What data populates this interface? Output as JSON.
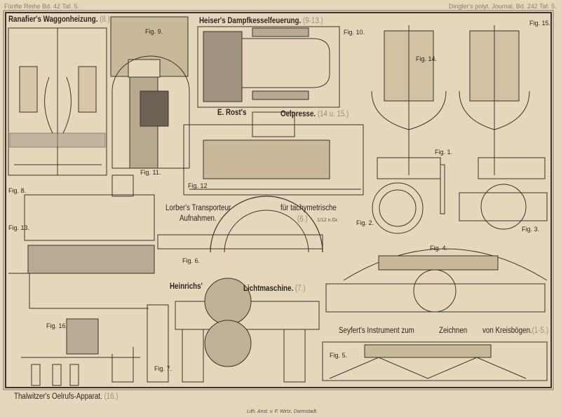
{
  "header": {
    "left": "Fünfte Reihe Bd. 42 Taf. 5.",
    "right": "Dingler's polyt. Journal, Bd. 242 Taf. 5."
  },
  "titles": {
    "ranafier": "Ranafier's Waggonheizung.",
    "ranafier_ref": "(8.)",
    "heiser": "Heiser's Dampfkesselfeuerung.",
    "heiser_ref": "(9-13.)",
    "rost_1": "E. Rost's",
    "rost_2": "Oelpresse.",
    "rost_ref": "(14 u. 15.)",
    "lorber_1": "Lorber's Transporteur",
    "lorber_2": "Aufnahmen.",
    "lorber_3": "für tachymetrische",
    "lorber_ref": "(6.)",
    "lorber_scale": "1/12 n.Gr.",
    "heinrichs_1": "Heinrichs'",
    "heinrichs_2": "Lichtmaschine.",
    "heinrichs_ref": "(7.)",
    "seyfert_1": "Seyfert's Instrument zum",
    "seyfert_2": "Zeichnen",
    "seyfert_3": "von Kreisbögen.",
    "seyfert_ref": "(1-5.)",
    "thalwitzer": "Thalwitzer's Oelrufs-Apparat.",
    "thalwitzer_ref": "(16.)"
  },
  "figures": {
    "f1": "Fig. 1.",
    "f2": "Fig. 2.",
    "f3": "Fig. 3.",
    "f4": "Fig. 4.",
    "f5": "Fig. 5.",
    "f6": "Fig. 6.",
    "f7": "Fig. 7.",
    "f8": "Fig. 8.",
    "f9": "Fig. 9.",
    "f10": "Fig. 10.",
    "f11": "Fig. 11.",
    "f12": "Fig. 12",
    "f13": "Fig. 13.",
    "f14": "Fig. 14.",
    "f15": "Fig. 15.",
    "f16": "Fig. 16."
  },
  "footer": {
    "lithographer": "Lith. Anst. v. F. Wirtz, Darmstadt."
  }
}
